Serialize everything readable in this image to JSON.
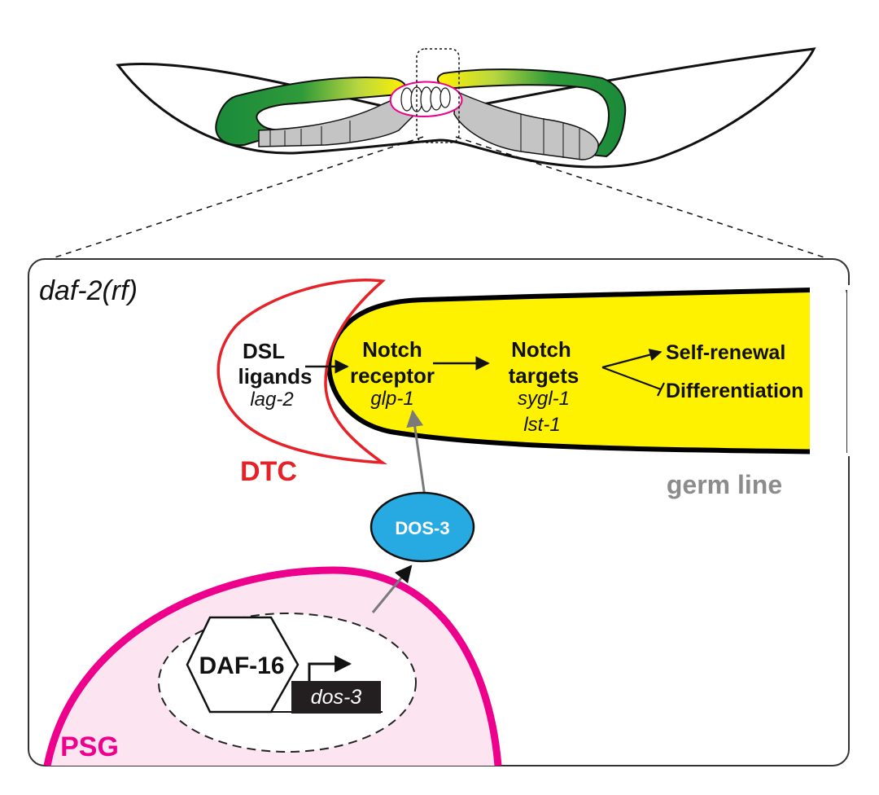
{
  "panel": {
    "condition": "daf-2(rf)"
  },
  "cells": {
    "dtc": "DTC",
    "germline": "germ line",
    "psg": "PSG"
  },
  "pathway": {
    "ligand_line1": "DSL",
    "ligand_line2": "ligands",
    "ligand_gene": "lag-2",
    "receptor_line1": "Notch",
    "receptor_line2": "receptor",
    "receptor_gene": "glp-1",
    "targets_line1": "Notch",
    "targets_line2": "targets",
    "target_gene1": "sygl-1",
    "target_gene2": "lst-1",
    "outcome_promoted": "Self-renewal",
    "outcome_inhibited": "Differentiation"
  },
  "factors": {
    "daf16": "DAF-16",
    "dos3_protein": "DOS-3",
    "dos3_gene": "dos-3"
  },
  "colors": {
    "dtc_red": "#e62229",
    "germline_yellow": "#fff200",
    "psg_magenta": "#ec008c",
    "psg_fill": "#fde4f1",
    "dos3_blue": "#27aae1",
    "gonad_green": "#1a8a3a",
    "label_gray": "#8c8c8c"
  }
}
